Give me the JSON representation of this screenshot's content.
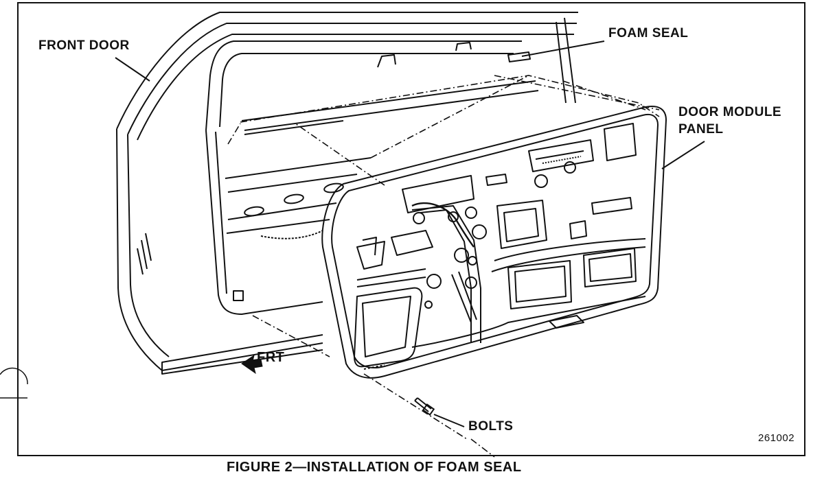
{
  "figure": {
    "caption": "FIGURE 2—INSTALLATION OF FOAM SEAL",
    "code": "261002"
  },
  "labels": {
    "front_door": "FRONT DOOR",
    "foam_seal": "FOAM SEAL",
    "door_module_line1": "DOOR MODULE",
    "door_module_line2": "PANEL",
    "bolts": "BOLTS",
    "frt": "FRT"
  },
  "colors": {
    "ink": "#111111",
    "paper": "#ffffff"
  }
}
